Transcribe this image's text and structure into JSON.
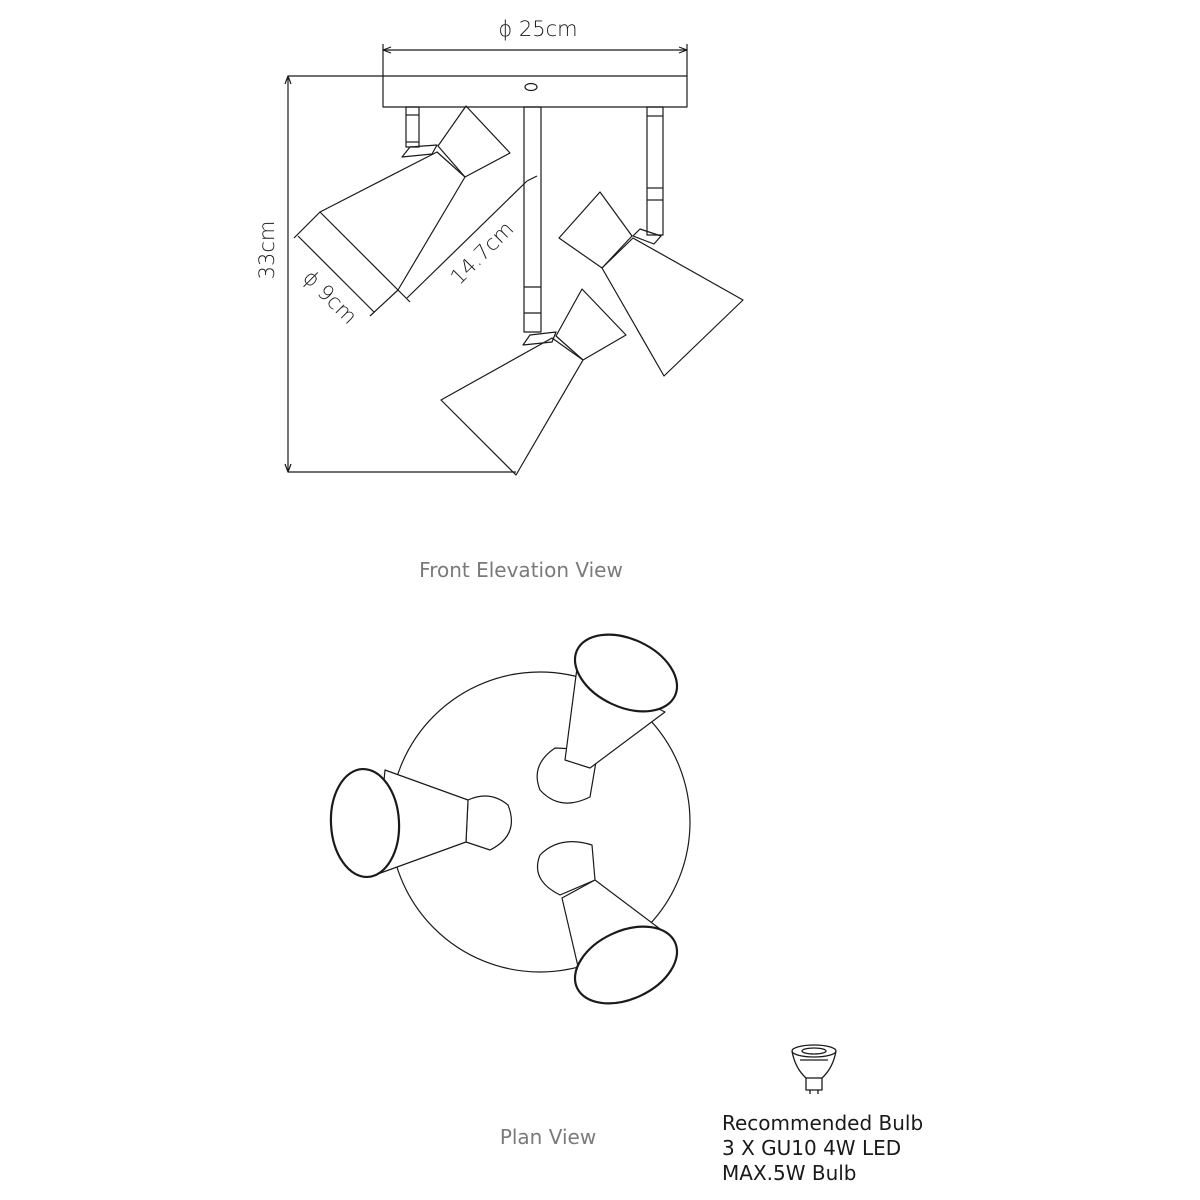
{
  "dimensions": {
    "diameter_base": "ϕ 25cm",
    "height": "33cm",
    "shade_length": "14.7cm",
    "shade_diameter": "ϕ 9cm"
  },
  "views": {
    "front": "Front Elevation View",
    "plan": "Plan View"
  },
  "bulb": {
    "title": "Recommended Bulb",
    "spec": "3 X GU10 4W LED",
    "max": "MAX.5W Bulb",
    "icon": "gu10-bulb-icon"
  },
  "colors": {
    "line": "#1a1a1a",
    "caption": "#7a7a7a"
  }
}
